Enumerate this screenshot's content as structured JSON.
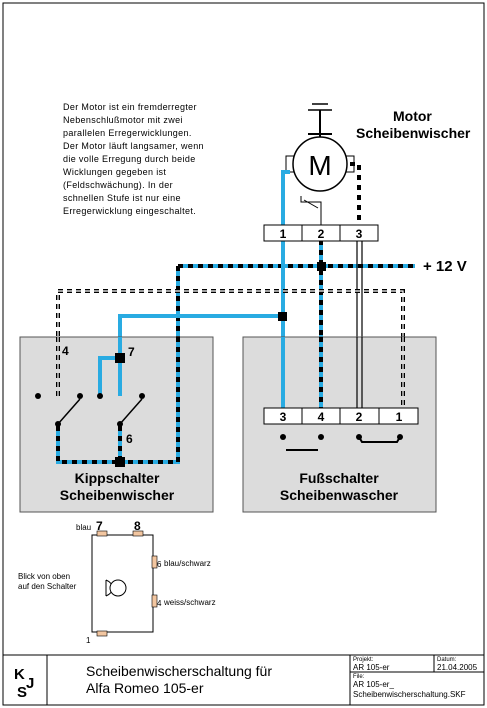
{
  "description_lines": [
    "Der Motor ist ein fremderregter",
    "Nebenschlußmotor mit zwei",
    "parallelen Erregerwicklungen.",
    "Der Motor läuft langsamer, wenn",
    "die volle Erregung durch beide",
    "Wicklungen gegeben ist",
    "(Feldschwächung). In der",
    "schnellen Stufe ist nur eine",
    "Erregerwicklung eingeschaltet."
  ],
  "motor": {
    "title_line1": "Motor",
    "title_line2": "Scheibenwischer",
    "symbol": "M",
    "terminals": [
      "1",
      "2",
      "3"
    ]
  },
  "supply": "+ 12 V",
  "kippschalter": {
    "title_line1": "Kippschalter",
    "title_line2": "Scheibenwischer",
    "term_4": "4",
    "term_7": "7",
    "term_6": "6"
  },
  "fussschalter": {
    "title_line1": "Fußschalter",
    "title_line2": "Scheibenwascher",
    "terminals": [
      "3",
      "4",
      "2",
      "1"
    ]
  },
  "switch_detail": {
    "view_label_line1": "Blick von oben",
    "view_label_line2": "auf den Schalter",
    "pin7_label": "blau",
    "pin7": "7",
    "pin8": "8",
    "pin6": "6",
    "pin6_label": "blau/schwarz",
    "pin4": "4",
    "pin4_label": "weiss/schwarz",
    "pin1": "1"
  },
  "title_block": {
    "logo": "KJS",
    "title_line1": "Scheibenwischerschaltung für",
    "title_line2": "Alfa Romeo 105-er",
    "projekt_label": "Projekt:",
    "projekt_value": "AR 105-er",
    "datum_label": "Datum:",
    "datum_value": "21.04.2005",
    "file_label": "File:",
    "file_value_line1": "AR 105-er_",
    "file_value_line2": "Scheibenwischerschaltung.SKF"
  },
  "colors": {
    "wire_blue": "#29abe2",
    "wire_black": "#000000",
    "box_fill": "#dcdcdc",
    "box_stroke": "#555555"
  }
}
